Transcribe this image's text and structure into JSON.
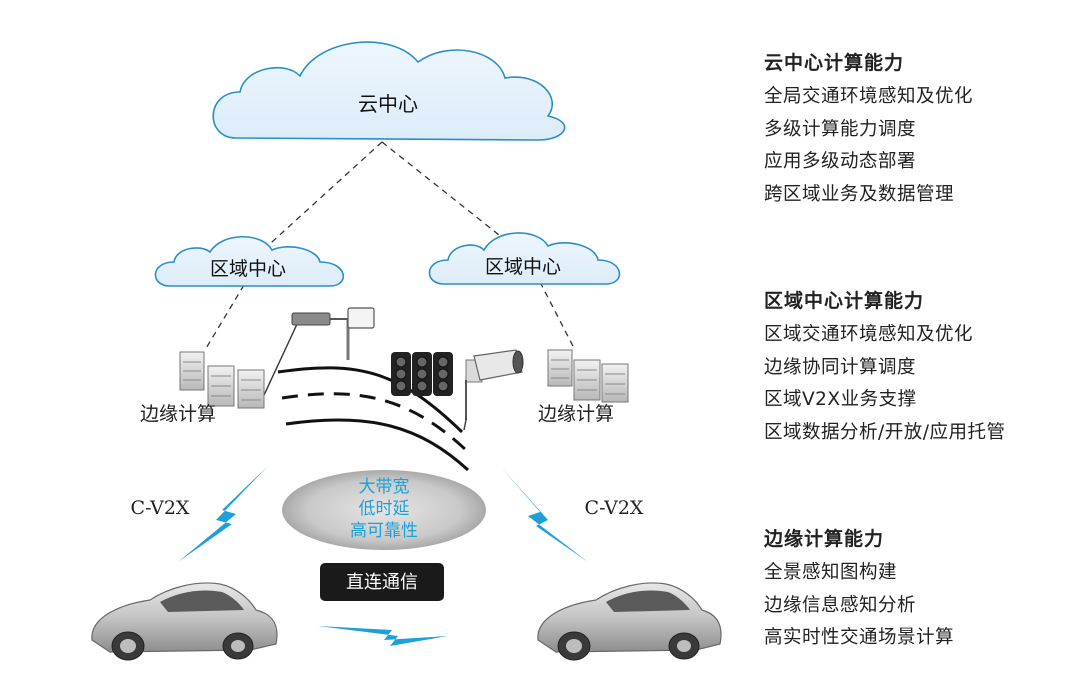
{
  "diagram": {
    "cloud_center": "云中心",
    "region_center_left": "区域中心",
    "region_center_right": "区域中心",
    "edge_left": "边缘计算",
    "edge_right": "边缘计算",
    "cv2x_left": "C-V2X",
    "cv2x_right": "C-V2X",
    "network_features": [
      "大带宽",
      "低时延",
      "高可靠性"
    ],
    "direct_comm": "直连通信",
    "accent_color": "#1d9fd8",
    "cloud_stroke_color": "#2a8fc8"
  },
  "capabilities": {
    "cloud": {
      "title": "云中心计算能力",
      "items": [
        "全局交通环境感知及优化",
        "多级计算能力调度",
        "应用多级动态部署",
        "跨区域业务及数据管理"
      ]
    },
    "region": {
      "title": "区域中心计算能力",
      "items": [
        "区域交通环境感知及优化",
        "边缘协同计算调度",
        "区域V2X业务支撑",
        "区域数据分析/开放/应用托管"
      ]
    },
    "edge": {
      "title": "边缘计算能力",
      "items": [
        "全景感知图构建",
        "边缘信息感知分析",
        "高实时性交通场景计算"
      ]
    }
  }
}
